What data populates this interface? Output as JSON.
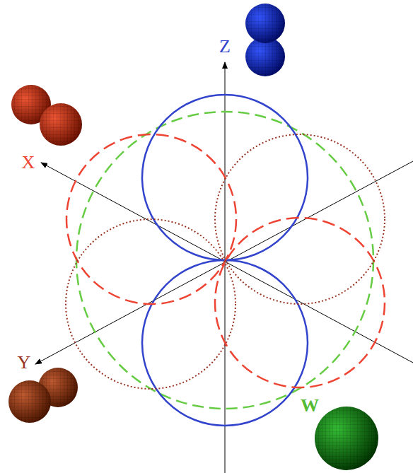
{
  "diagram": {
    "labels": [
      "Z",
      "X",
      "Y",
      "W"
    ]
  }
}
